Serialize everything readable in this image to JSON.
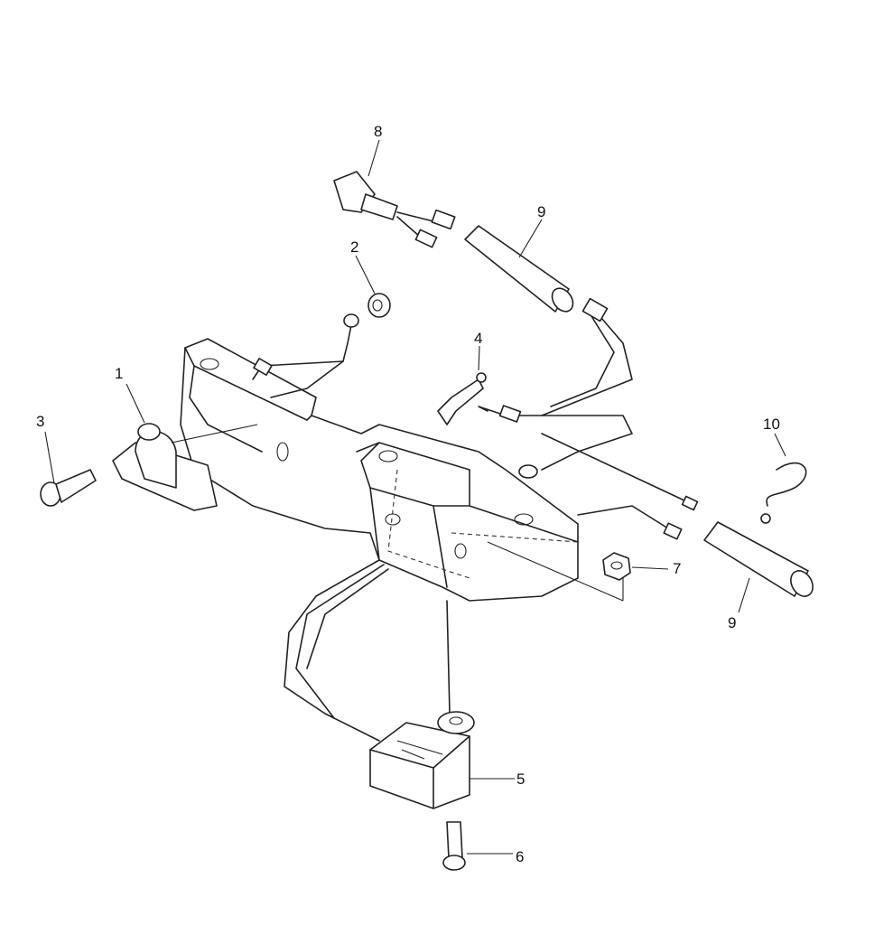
{
  "diagram": {
    "type": "exploded parts diagram",
    "callouts": [
      "1",
      "2",
      "3",
      "4",
      "5",
      "6",
      "7",
      "8",
      "9",
      "9",
      "10"
    ]
  }
}
